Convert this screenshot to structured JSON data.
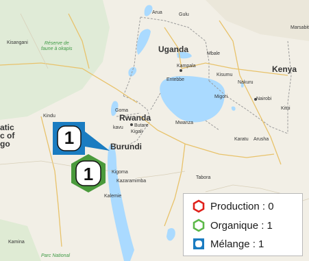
{
  "map": {
    "places": {
      "congo_label": "atic\nc of\ngo",
      "uganda": "Uganda",
      "kenya": "Kenya",
      "rwanda": "Rwanda",
      "burundi": "Burundi",
      "kampala": "Kampala",
      "entebbe": "Entebbe",
      "nairobi": "Nairobi",
      "kigali": "Kigali",
      "goma": "Goma",
      "kisangani": "Kisangani",
      "kindu": "Kindu",
      "kigoma": "Kigoma",
      "kalemie": "Kalemie",
      "arusha": "Arusha",
      "mwanza": "Mwanza",
      "tabora": "Tabora",
      "gulu": "Gulu",
      "arua": "Arua",
      "kisumu": "Kisumu",
      "nakuru": "Nakuru",
      "marsabit": "Marsabit",
      "migori": "Migori",
      "karatu": "Karatu",
      "kazarmamba": "Kazaramimba",
      "butare": "Butare",
      "bukavu": "kavu",
      "kitui": "Kitui",
      "mbale": "Mbale",
      "kamina": "Kamina",
      "reserve": "Réserve de\nfaune à okapis",
      "parc": "Parc National"
    }
  },
  "markers": [
    {
      "count": "1",
      "type": "Mélange",
      "shape": "square",
      "color": "#1a7cc1"
    },
    {
      "count": "1",
      "type": "Organique",
      "shape": "hexagon",
      "color": "#4a9a3c"
    }
  ],
  "legend": {
    "items": [
      {
        "label": "Production : 0",
        "color": "#e0201a",
        "shape": "hexagon"
      },
      {
        "label": "Organique : 1",
        "color": "#5cb848",
        "shape": "hexagon"
      },
      {
        "label": "Mélange : 1",
        "color": "#1a7cc1",
        "shape": "square"
      }
    ]
  }
}
